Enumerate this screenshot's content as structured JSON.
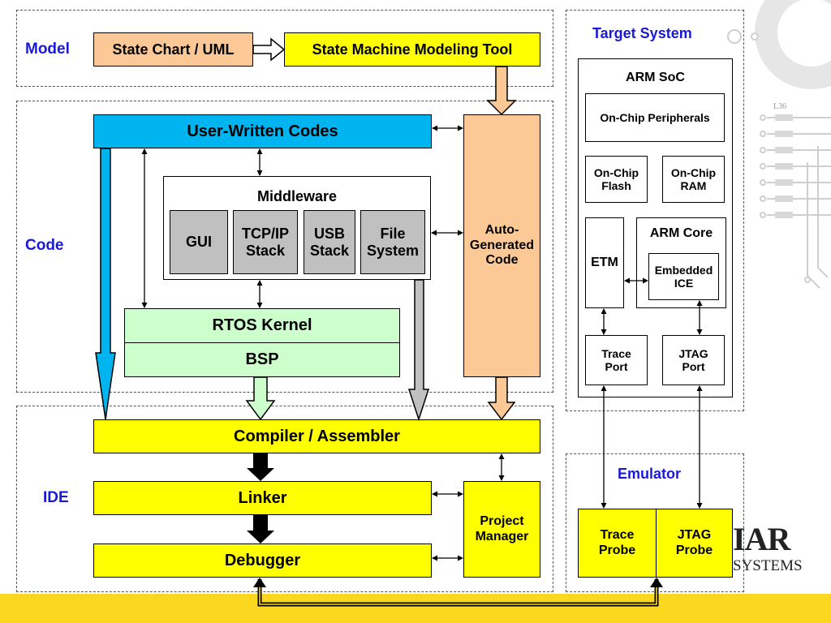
{
  "regions": {
    "model": "Model",
    "code": "Code",
    "ide": "IDE",
    "target_system": "Target System",
    "emulator": "Emulator"
  },
  "model": {
    "state_chart": "State Chart / UML",
    "modeling_tool": "State Machine Modeling Tool"
  },
  "code": {
    "user_written": "User-Written Codes",
    "middleware": "Middleware",
    "gui": "GUI",
    "tcpip": "TCP/IP Stack",
    "usb": "USB Stack",
    "file_system": "File System",
    "rtos": "RTOS Kernel",
    "bsp": "BSP",
    "auto_generated": "Auto-Generated Code"
  },
  "ide": {
    "compiler": "Compiler / Assembler",
    "linker": "Linker",
    "debugger": "Debugger",
    "project_manager": "Project Manager"
  },
  "target": {
    "arm_soc": "ARM SoC",
    "on_chip_peripherals": "On-Chip Peripherals",
    "on_chip_flash": "On-Chip Flash",
    "on_chip_ram": "On-Chip RAM",
    "etm": "ETM",
    "arm_core": "ARM Core",
    "embedded_ice": "Embedded ICE",
    "trace_port": "Trace Port",
    "jtag_port": "JTAG Port"
  },
  "emulator": {
    "trace_probe": "Trace Probe",
    "jtag_probe": "JTAG Probe"
  },
  "logo": {
    "top": "IAR",
    "bottom": "SYSTEMS"
  },
  "decor": {
    "chip_label": "L36"
  },
  "colors": {
    "yellow": "#ffff00",
    "peach": "#fcc895",
    "cyan": "#00b4ef",
    "green": "#ccffcc",
    "gray": "#c0c0c0",
    "label_blue": "#1a1ad6",
    "bottom_bar": "#fcd71f"
  }
}
